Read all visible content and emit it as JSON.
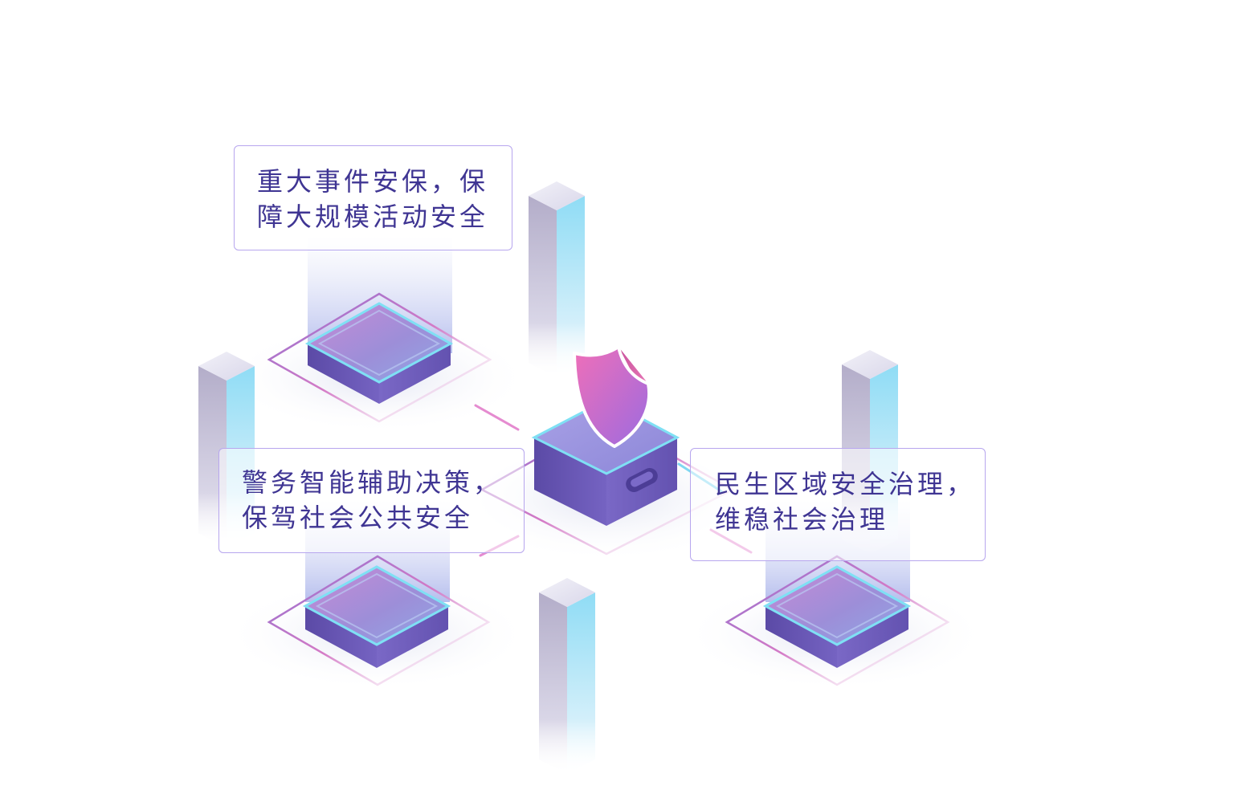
{
  "callouts": [
    {
      "lines": [
        "重大事件安保，保",
        "障大规模活动安全"
      ]
    },
    {
      "lines": [
        "警务智能辅助决策，",
        "保驾社会公共安全"
      ]
    },
    {
      "lines": [
        "民生区域安全治理，",
        "维稳社会治理"
      ]
    }
  ],
  "colors": {
    "text": "#3f3593",
    "box_border": "#b7a6ee",
    "platform_side": "#6a5ab8",
    "platform_top": "#a98fd8",
    "accent_cyan": "#7fe4f6",
    "accent_pink": "#e27acb",
    "shield": "#e36fc6"
  },
  "icons": [
    "shield-icon"
  ]
}
